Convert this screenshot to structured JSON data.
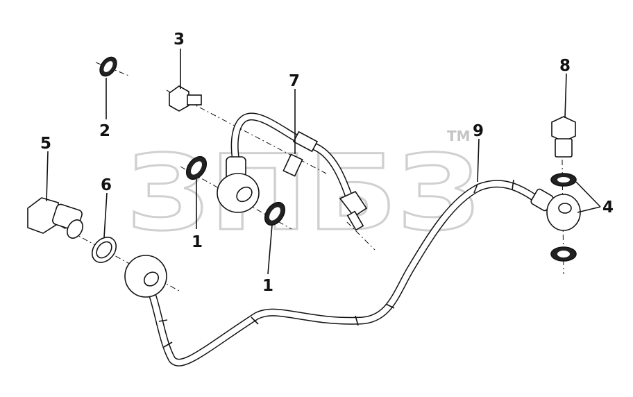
{
  "watermark": {
    "text": "ЗПБЗ",
    "trademark": "TM"
  },
  "callouts": [
    {
      "id": "c1a",
      "label": "1"
    },
    {
      "id": "c1b",
      "label": "1"
    },
    {
      "id": "c2",
      "label": "2"
    },
    {
      "id": "c3",
      "label": "3"
    },
    {
      "id": "c4",
      "label": "4"
    },
    {
      "id": "c5",
      "label": "5"
    },
    {
      "id": "c6",
      "label": "6"
    },
    {
      "id": "c7",
      "label": "7"
    },
    {
      "id": "c8",
      "label": "8"
    },
    {
      "id": "c9",
      "label": "9"
    }
  ]
}
